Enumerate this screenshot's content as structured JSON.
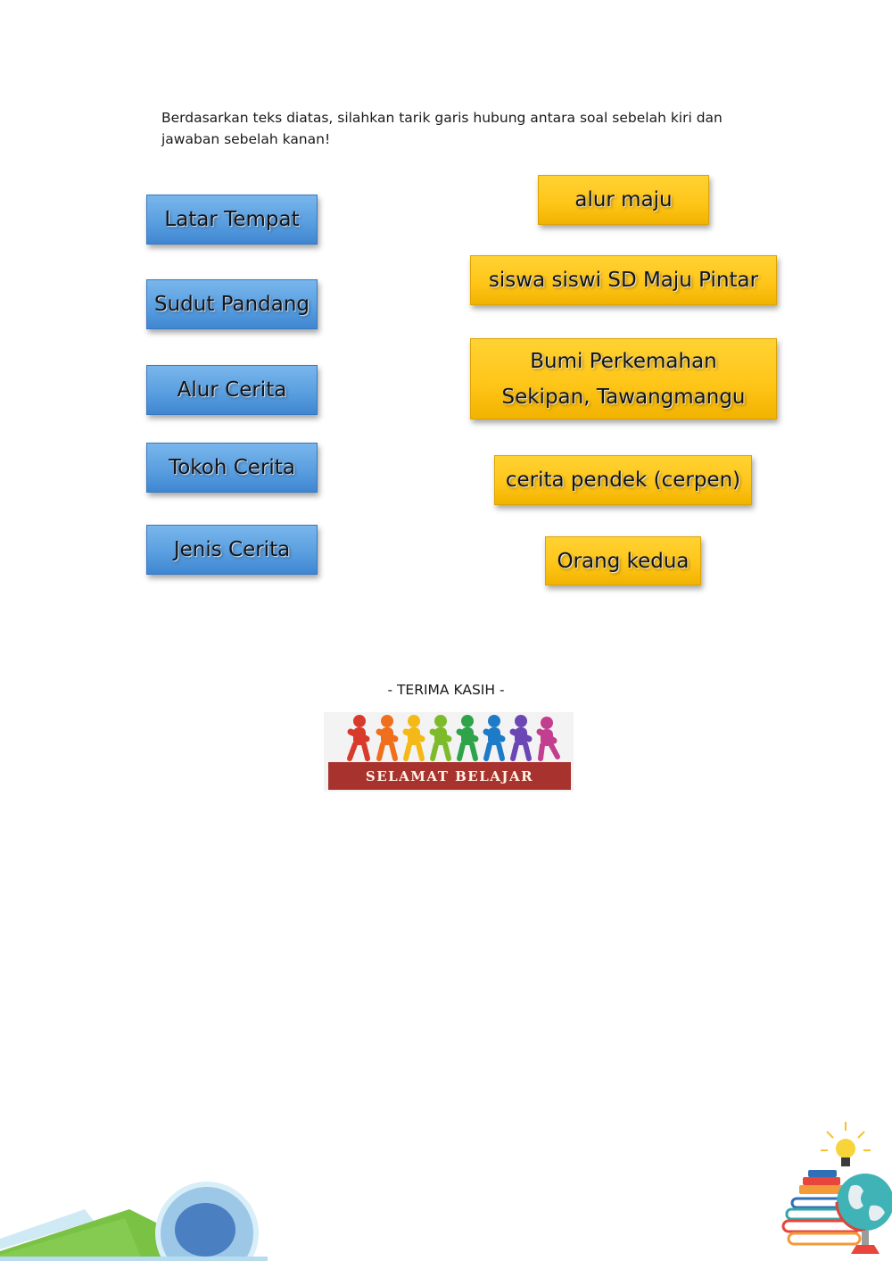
{
  "instruction": "Berdasarkan teks diatas, silahkan tarik garis hubung antara soal sebelah kiri dan jawaban sebelah kanan!",
  "questions": [
    {
      "label": "Latar Tempat"
    },
    {
      "label": "Sudut Pandang"
    },
    {
      "label": "Alur Cerita"
    },
    {
      "label": "Tokoh Cerita"
    },
    {
      "label": "Jenis Cerita"
    }
  ],
  "answers": [
    {
      "label": "alur maju"
    },
    {
      "label": "siswa siswi SD Maju Pintar"
    },
    {
      "label": "Bumi Perkemahan Sekipan, Tawangmangu"
    },
    {
      "label": "cerita pendek (cerpen)"
    },
    {
      "label": "Orang kedua"
    }
  ],
  "closing": "- TERIMA KASIH -",
  "banner": {
    "text": "SELAMAT BELAJAR"
  },
  "colors": {
    "question_box": "#5a9fe0",
    "answer_box": "#ffc61a",
    "banner_bar": "#a8322d"
  }
}
